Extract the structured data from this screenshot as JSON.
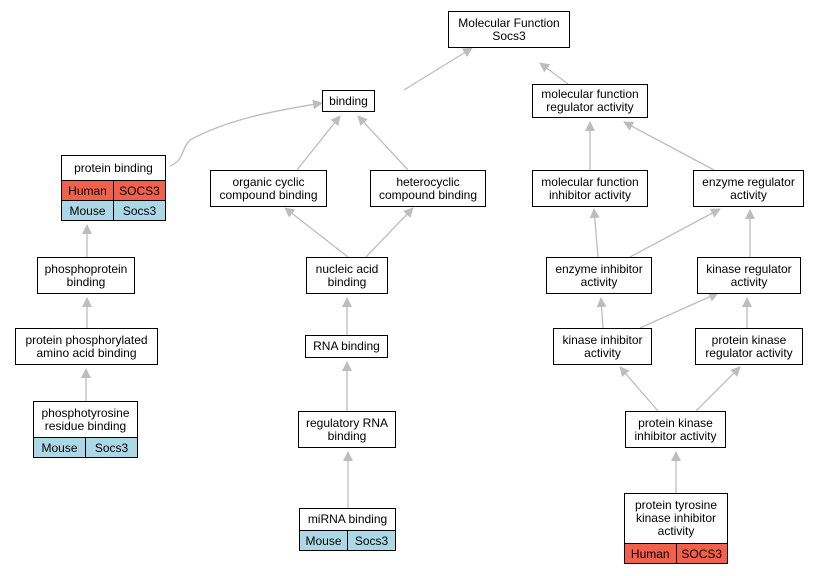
{
  "colors": {
    "human": "#f0604a",
    "mouse": "#acd8e6",
    "edge": "#bdbdbd"
  },
  "nodes": {
    "mf": {
      "label": "Molecular Function\nSocs3"
    },
    "bind": {
      "label": "binding"
    },
    "mfra": {
      "label": "molecular function\nregulator activity"
    },
    "pb": {
      "label": "protein binding",
      "human": [
        "Human",
        "SOCS3"
      ],
      "mouse": [
        "Mouse",
        "Socs3"
      ]
    },
    "occ": {
      "label": "organic cyclic\ncompound binding"
    },
    "het": {
      "label": "heterocyclic\ncompound binding"
    },
    "mfia": {
      "label": "molecular function\ninhibitor activity"
    },
    "era": {
      "label": "enzyme regulator\nactivity"
    },
    "ppb": {
      "label": "phosphoprotein\nbinding"
    },
    "nab": {
      "label": "nucleic acid\nbinding"
    },
    "eia": {
      "label": "enzyme inhibitor\nactivity"
    },
    "kra": {
      "label": "kinase regulator\nactivity"
    },
    "ppaa": {
      "label": "protein phosphorylated\namino acid binding"
    },
    "rna": {
      "label": "RNA binding"
    },
    "kia": {
      "label": "kinase inhibitor\nactivity"
    },
    "pkra": {
      "label": "protein kinase\nregulator activity"
    },
    "ptyr": {
      "label": "phosphotyrosine\nresidue binding",
      "mouse": [
        "Mouse",
        "Socs3"
      ]
    },
    "rrna": {
      "label": "regulatory RNA\nbinding"
    },
    "pkia": {
      "label": "protein kinase\ninhibitor activity"
    },
    "mirna": {
      "label": "miRNA binding",
      "mouse": [
        "Mouse",
        "Socs3"
      ]
    },
    "ptki": {
      "label": "protein tyrosine\nkinase inhibitor\nactivity",
      "human": [
        "Human",
        "SOCS3"
      ]
    }
  }
}
